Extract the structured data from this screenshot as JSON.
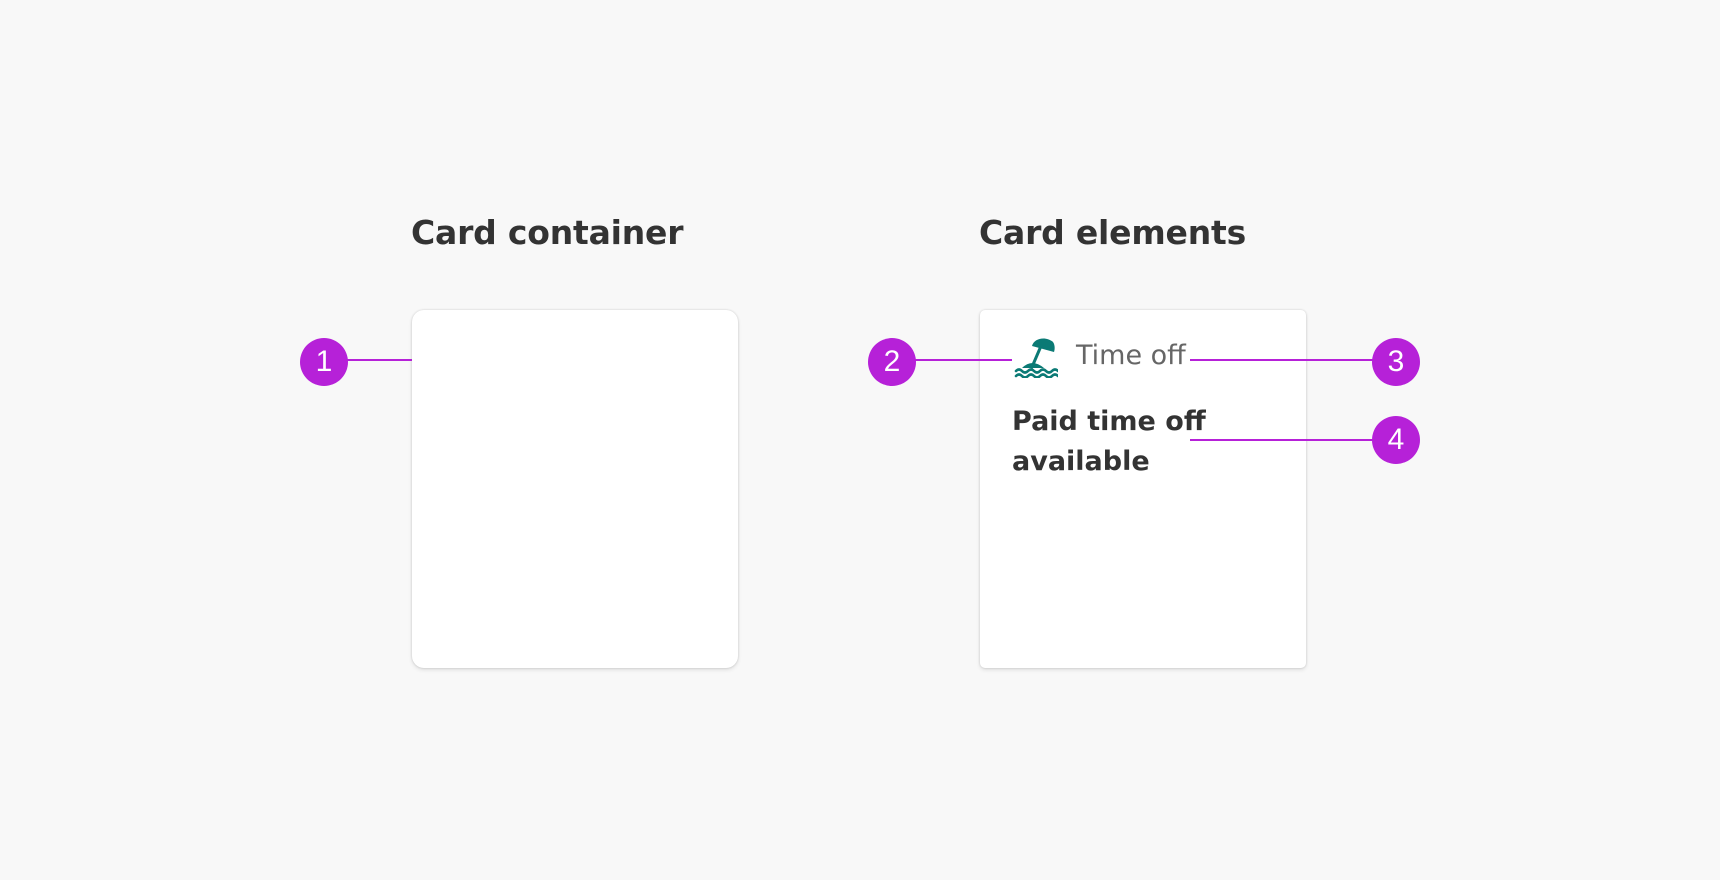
{
  "titles": {
    "card_container": "Card container",
    "card_elements": "Card elements"
  },
  "card": {
    "icon": "beach-umbrella-icon",
    "header_label": "Time off",
    "body_text": "Paid time off available"
  },
  "callouts": [
    "1",
    "2",
    "3",
    "4"
  ],
  "colors": {
    "background": "#f8f8f8",
    "accent": "#b621d8",
    "icon": "#0b7a75",
    "title_text": "#333333",
    "header_text": "#666666"
  }
}
